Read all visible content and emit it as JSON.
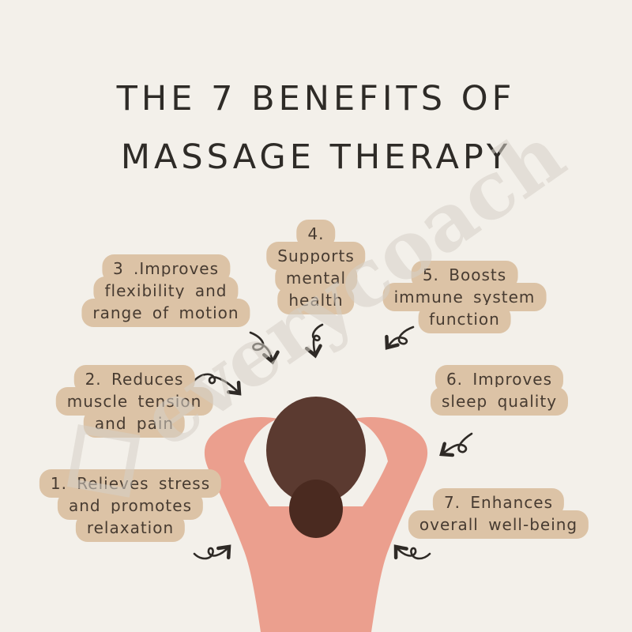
{
  "title": {
    "line1": "THE 7 BENEFITS OF",
    "line2": "MASSAGE THERAPY"
  },
  "bubbles": [
    {
      "id": 1,
      "lines": [
        "1. Relieves stress",
        "and promotes",
        "relaxation"
      ]
    },
    {
      "id": 2,
      "lines": [
        "2. Reduces",
        "muscle tension",
        "and pain"
      ]
    },
    {
      "id": 3,
      "lines": [
        "3 .Improves",
        "flexibility and",
        "range of motion"
      ]
    },
    {
      "id": 4,
      "lines": [
        "4.",
        "Supports",
        "mental",
        "health"
      ]
    },
    {
      "id": 5,
      "lines": [
        "5. Boosts",
        "immune system",
        "function"
      ]
    },
    {
      "id": 6,
      "lines": [
        "6. Improves",
        "sleep quality"
      ]
    },
    {
      "id": 7,
      "lines": [
        "7. Enhances",
        "overall well-being"
      ]
    }
  ],
  "watermark": {
    "text": "everycoach",
    "logo": "diamond-outline"
  },
  "illustration": {
    "name": "person-back-view-hands-behind-head"
  },
  "icons": [
    "curly-arrow-icon"
  ],
  "colors": {
    "background": "#f3f0ea",
    "bubble": "#dcc3a6",
    "bubble_text": "#473b31",
    "title_text": "#2e2b27",
    "arrow": "#2e2a26",
    "skin": "#eb9f8e",
    "hair": "#5b3a30",
    "hair_bun": "#4a2a20",
    "watermark": "rgba(213,207,198,0.55)"
  }
}
